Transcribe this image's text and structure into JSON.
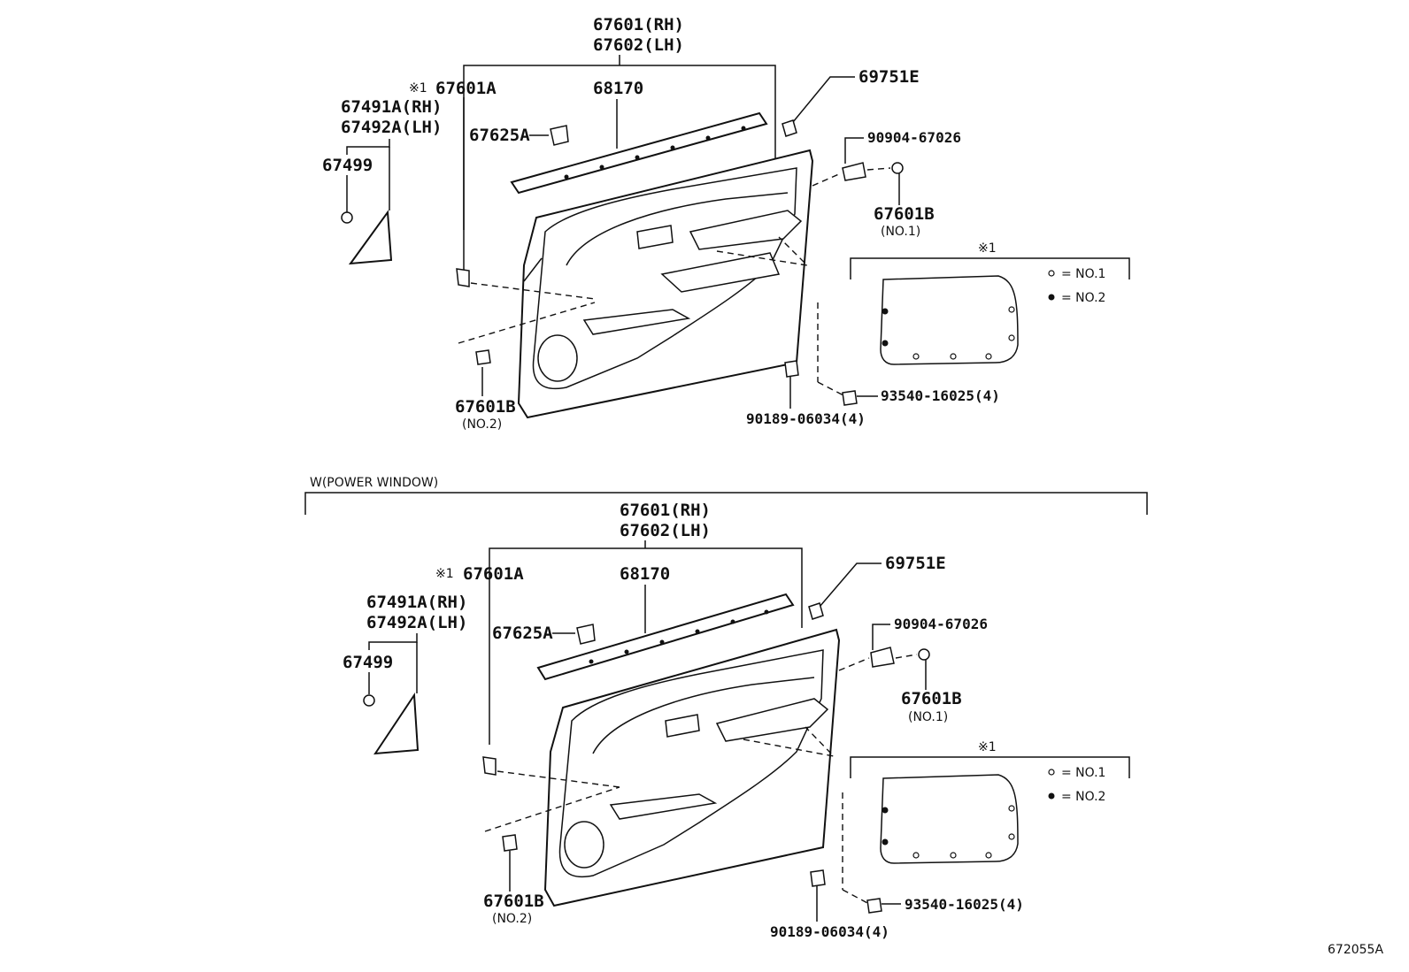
{
  "top": {
    "part_67601_rh": "67601(RH)",
    "part_67602_lh": "67602(LH)",
    "part_67601A": "67601A",
    "ref_mark": "※1",
    "part_68170": "68170",
    "part_69751E": "69751E",
    "part_67491A": "67491A(RH)",
    "part_67492A": "67492A(LH)",
    "part_67625A": "67625A",
    "part_67499": "67499",
    "part_90904": "90904-67026",
    "part_67601B_no1": "67601B",
    "sub_no1": "(NO.1)",
    "part_67601B_no2": "67601B",
    "sub_no2": "(NO.2)",
    "part_93540": "93540-16025(4)",
    "part_90189": "90189-06034(4)",
    "legend_title": "※1",
    "legend_no1": "= NO.1",
    "legend_no2": "= NO.2"
  },
  "bottom": {
    "section_label": "W(POWER WINDOW)",
    "part_67601_rh": "67601(RH)",
    "part_67602_lh": "67602(LH)",
    "part_67601A": "67601A",
    "ref_mark": "※1",
    "part_68170": "68170",
    "part_69751E": "69751E",
    "part_67491A": "67491A(RH)",
    "part_67492A": "67492A(LH)",
    "part_67625A": "67625A",
    "part_67499": "67499",
    "part_90904": "90904-67026",
    "part_67601B_no1": "67601B",
    "sub_no1": "(NO.1)",
    "part_67601B_no2": "67601B",
    "sub_no2": "(NO.2)",
    "part_93540": "93540-16025(4)",
    "part_90189": "90189-06034(4)",
    "legend_title": "※1",
    "legend_no1": "= NO.1",
    "legend_no2": "= NO.2"
  },
  "figure_id": "672055A"
}
